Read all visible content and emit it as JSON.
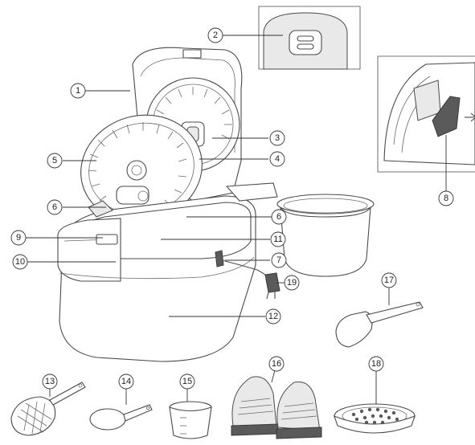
{
  "callouts": [
    {
      "id": "1",
      "label": "1"
    },
    {
      "id": "2",
      "label": "2"
    },
    {
      "id": "3",
      "label": "3"
    },
    {
      "id": "4",
      "label": "4"
    },
    {
      "id": "5",
      "label": "5"
    },
    {
      "id": "6a",
      "label": "6"
    },
    {
      "id": "6b",
      "label": "6"
    },
    {
      "id": "7",
      "label": "7"
    },
    {
      "id": "8",
      "label": "8"
    },
    {
      "id": "9",
      "label": "9"
    },
    {
      "id": "10",
      "label": "10"
    },
    {
      "id": "11",
      "label": "11"
    },
    {
      "id": "12",
      "label": "12"
    },
    {
      "id": "13",
      "label": "13"
    },
    {
      "id": "14",
      "label": "14"
    },
    {
      "id": "15",
      "label": "15"
    },
    {
      "id": "16",
      "label": "16"
    },
    {
      "id": "17",
      "label": "17"
    },
    {
      "id": "18",
      "label": "18"
    },
    {
      "id": "19",
      "label": "19"
    }
  ],
  "icons": {
    "arrow": "arrow-right-icon"
  }
}
